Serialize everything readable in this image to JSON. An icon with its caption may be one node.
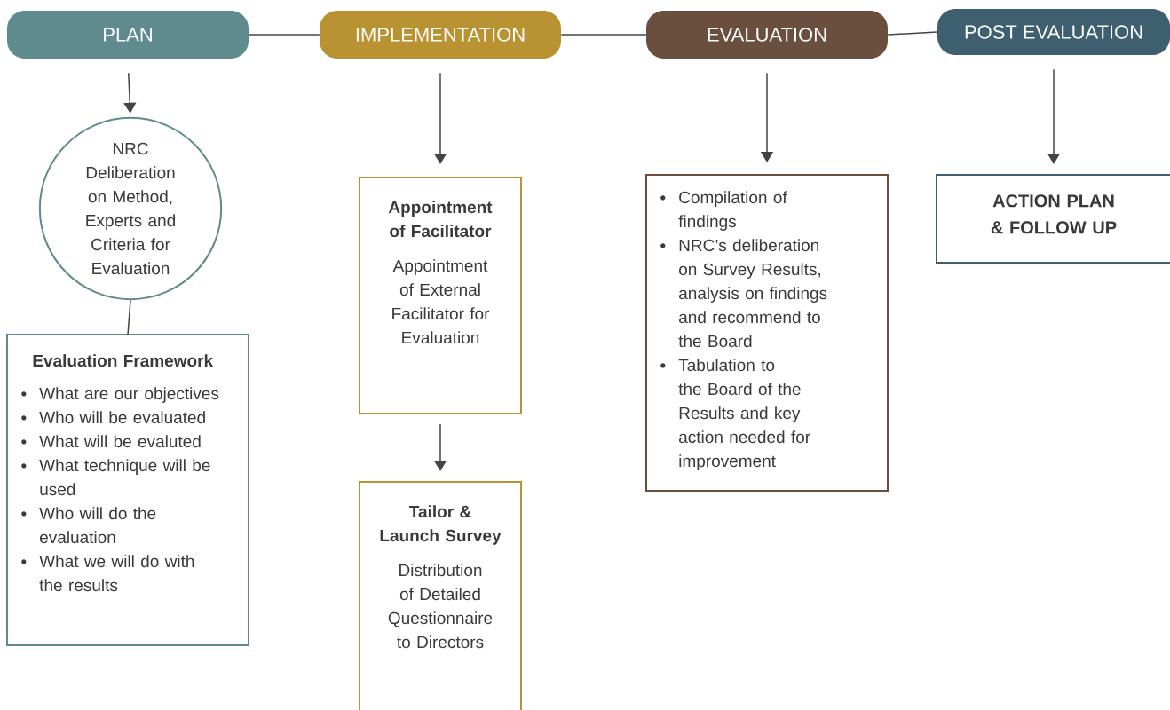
{
  "diagram": {
    "nodes": [
      {
        "text": [
          "PLAN"
        ]
      },
      {
        "text": [
          "IMPLEMENTATION"
        ]
      },
      {
        "text": [
          "EVALUATION"
        ]
      },
      {
        "text": [
          "POST EVALUATION"
        ]
      },
      {
        "text": [
          "NRC Deliberation on Method, Experts and Criteria for Evaluation"
        ]
      },
      {
        "text": [
          "Evaluation Framework",
          "What are our objectives",
          "Who will be evaluated",
          "What will be evaluted",
          "What technique will be used",
          "Who will do the evaluation",
          "What we will do with the results"
        ]
      },
      {
        "text": [
          "Appointment of Facilitator",
          "Appointment of External Facilitator for Evaluation"
        ]
      },
      {
        "text": [
          "Tailor & Launch Survey",
          "Distribution of Detailed Questionnaire to Directors"
        ]
      },
      {
        "text": [
          "Compilation of findings",
          "NRC’s deliberation on Survey Results, analysis on findings and recommend to the Board",
          "Tabulation to the Board of the Results and key action needed for improvement"
        ]
      },
      {
        "text": [
          "ACTION PLAN & FOLLOW UP"
        ]
      }
    ],
    "edges": [
      {
        "from": 0,
        "to": 1,
        "arrow": "none"
      },
      {
        "from": 1,
        "to": 2,
        "arrow": "none"
      },
      {
        "from": 2,
        "to": 3,
        "arrow": "none"
      },
      {
        "from": 0,
        "to": 4,
        "arrow": "to"
      },
      {
        "from": 4,
        "to": 5,
        "arrow": "none"
      },
      {
        "from": 1,
        "to": 6,
        "arrow": "to"
      },
      {
        "from": 6,
        "to": 7,
        "arrow": "to"
      },
      {
        "from": 2,
        "to": 8,
        "arrow": "to"
      },
      {
        "from": 3,
        "to": 9,
        "arrow": "to"
      }
    ]
  }
}
